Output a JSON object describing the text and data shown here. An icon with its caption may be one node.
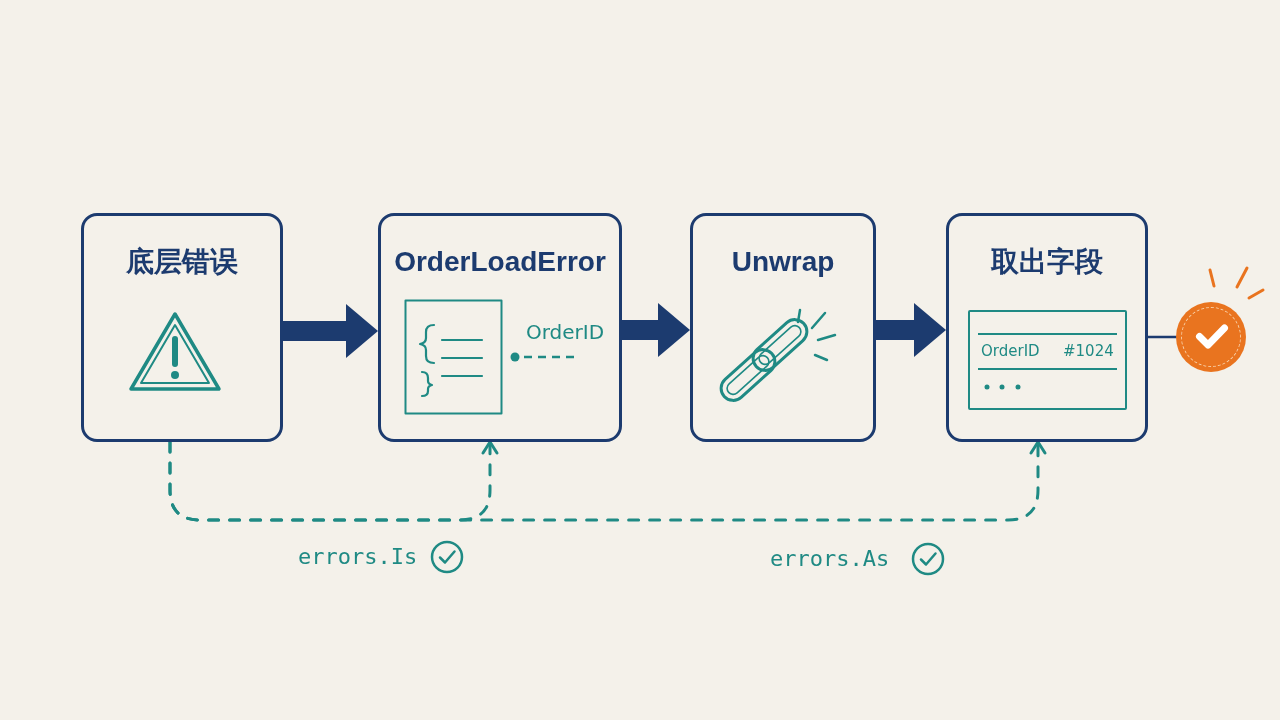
{
  "diagram": {
    "nodes": [
      {
        "text": [
          "底层错误"
        ]
      },
      {
        "text": [
          "OrderLoadError",
          "OrderID"
        ]
      },
      {
        "text": [
          "Unwrap"
        ]
      },
      {
        "text": [
          "取出字段"
        ]
      },
      {
        "text": [
          "OrderID",
          "#1024"
        ],
        "in": 3
      },
      {
        "text": [],
        "shape": "circle"
      }
    ],
    "edges": [
      {
        "from": 0,
        "to": 1,
        "arrow": "to",
        "style": "thick"
      },
      {
        "from": 1,
        "to": 2,
        "arrow": "to",
        "style": "thick"
      },
      {
        "from": 2,
        "to": 3,
        "arrow": "to",
        "style": "thick"
      },
      {
        "from": 3,
        "to": 5,
        "arrow": "none"
      },
      {
        "from": 0,
        "to": 1,
        "arrow": "to",
        "style": "dashed",
        "color": "#1f8a84",
        "label": "errors.Is"
      },
      {
        "from": 0,
        "to": 3,
        "arrow": "to",
        "style": "dashed",
        "color": "#1f8a84",
        "label": "errors.As"
      }
    ]
  }
}
